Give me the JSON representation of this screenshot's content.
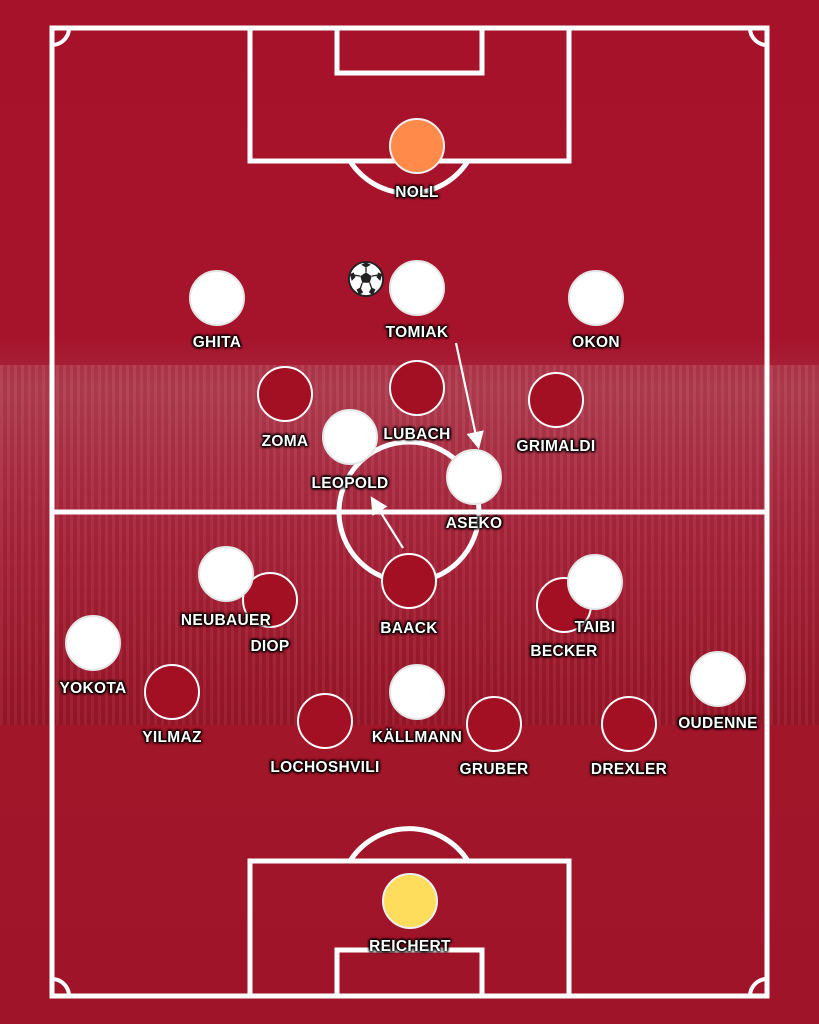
{
  "colors": {
    "pitch": "#a31024",
    "lines": "#ffffff",
    "home_token": "#a31024",
    "away_token": "#ffffff",
    "away_goalkeeper": "#ff8a4a",
    "home_goalkeeper": "#ffdd5c"
  },
  "icons": {
    "ball": "soccer-ball-icon"
  },
  "away_team": {
    "players": [
      {
        "id": "noll",
        "name": "NOLL",
        "role": "goalkeeper"
      },
      {
        "id": "ghita",
        "name": "GHITA"
      },
      {
        "id": "tomiak",
        "name": "TOMIAK",
        "has_ball": true
      },
      {
        "id": "okon",
        "name": "OKON"
      },
      {
        "id": "leopold",
        "name": "LEOPOLD"
      },
      {
        "id": "aseko",
        "name": "ASEKO"
      },
      {
        "id": "neubauer",
        "name": "NEUBAUER"
      },
      {
        "id": "taibi",
        "name": "TAIBI"
      },
      {
        "id": "yokota",
        "name": "YOKOTA"
      },
      {
        "id": "kallmann",
        "name": "KÄLLMANN"
      },
      {
        "id": "oudenne",
        "name": "OUDENNE"
      }
    ]
  },
  "home_team": {
    "players": [
      {
        "id": "reichert",
        "name": "REICHERT",
        "role": "goalkeeper"
      },
      {
        "id": "zoma",
        "name": "ZOMA"
      },
      {
        "id": "lubach",
        "name": "LUBACH"
      },
      {
        "id": "grimaldi",
        "name": "GRIMALDI"
      },
      {
        "id": "diop",
        "name": "DIOP"
      },
      {
        "id": "baack",
        "name": "BAACK"
      },
      {
        "id": "becker",
        "name": "BECKER"
      },
      {
        "id": "yilmaz",
        "name": "YILMAZ"
      },
      {
        "id": "lochoshvili",
        "name": "LOCHOSHVILI"
      },
      {
        "id": "gruber",
        "name": "GRUBER"
      },
      {
        "id": "drexler",
        "name": "DREXLER"
      }
    ]
  },
  "movement_arrows": [
    {
      "from": "tomiak",
      "to": "aseko"
    },
    {
      "from": "baack",
      "to": "leopold"
    }
  ]
}
